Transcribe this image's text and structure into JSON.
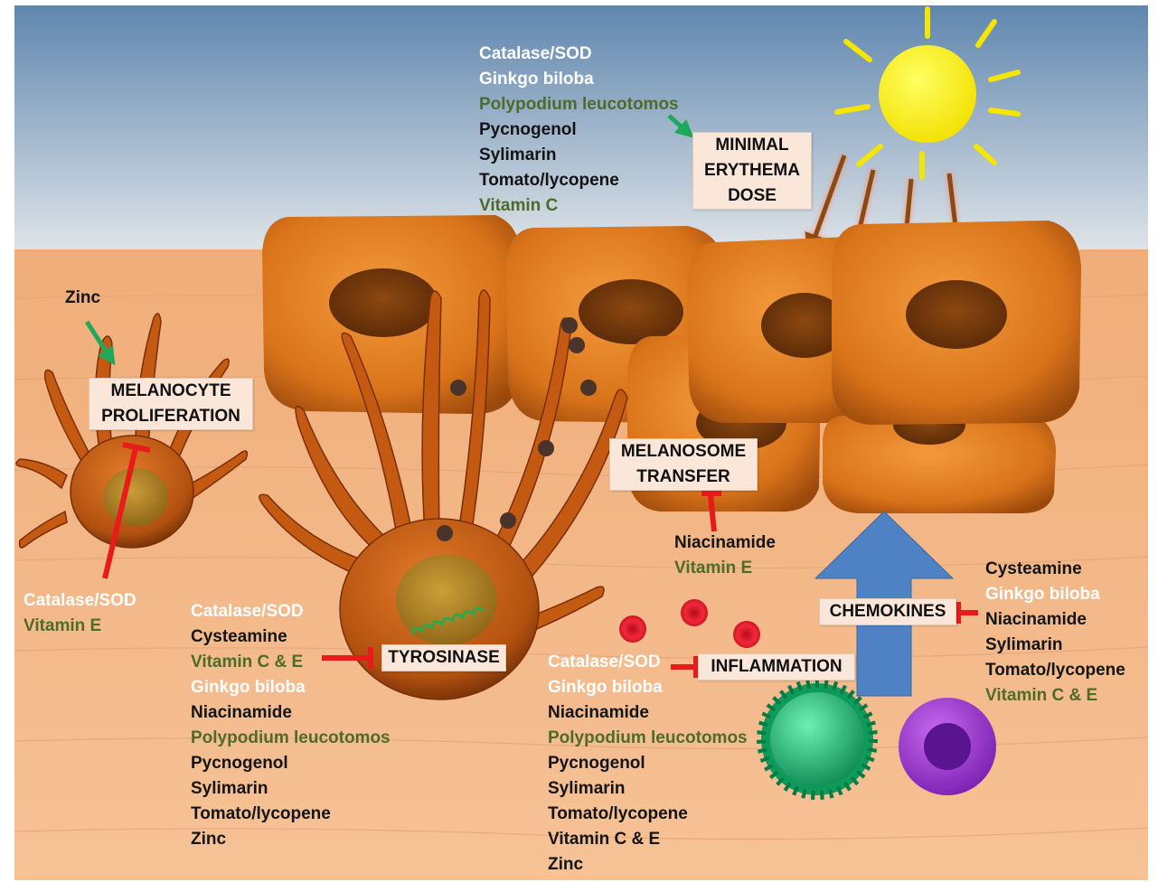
{
  "colors": {
    "sky_top": "#5f86ae",
    "sky_bottom": "#d9e0e6",
    "skin": "#f3b27e",
    "cell_orange": "#d9731a",
    "nucleus": "#7a3c0e",
    "label_box": "#fbe6da",
    "inhibit_red": "#e81a1a",
    "promote_green": "#1fa85a",
    "uv_arrow": "#8a4a12",
    "chemokine_arrow": "#4f82c4",
    "sun": "#fff200",
    "text_white": "#ffffff",
    "text_green": "#4e6b2a",
    "text_black": "#141414"
  },
  "boxes": {
    "med": [
      "MINIMAL",
      "ERYTHEMA",
      "DOSE"
    ],
    "melanocyte_prolif": [
      "MELANOCYTE",
      "PROLIFERATION"
    ],
    "melanosome_transfer": [
      "MELANOSOME",
      "TRANSFER"
    ],
    "tyrosinase": "TYROSINASE",
    "inflammation": "INFLAMMATION",
    "chemokines": "CHEMOKINES"
  },
  "lists": {
    "top_med": [
      {
        "text": "Catalase/SOD",
        "tone": "white"
      },
      {
        "text": "Ginkgo biloba",
        "tone": "white"
      },
      {
        "text": "Polypodium leucotomos",
        "tone": "green"
      },
      {
        "text": "Pycnogenol",
        "tone": "black"
      },
      {
        "text": "Sylimarin",
        "tone": "black"
      },
      {
        "text": "Tomato/lycopene",
        "tone": "black"
      },
      {
        "text": "Vitamin C",
        "tone": "green"
      }
    ],
    "zinc": [
      {
        "text": "Zinc",
        "tone": "black"
      }
    ],
    "prolif_inhib": [
      {
        "text": "Catalase/SOD",
        "tone": "white"
      },
      {
        "text": "Vitamin E",
        "tone": "green"
      }
    ],
    "tyrosinase_inhib": [
      {
        "text": "Catalase/SOD",
        "tone": "white"
      },
      {
        "text": "Cysteamine",
        "tone": "black"
      },
      {
        "text": "Vitamin C & E",
        "tone": "green"
      },
      {
        "text": "Ginkgo biloba",
        "tone": "white"
      },
      {
        "text": "Niacinamide",
        "tone": "black"
      },
      {
        "text": "Polypodium leucotomos",
        "tone": "green"
      },
      {
        "text": "Pycnogenol",
        "tone": "black"
      },
      {
        "text": "Sylimarin",
        "tone": "black"
      },
      {
        "text": "Tomato/lycopene",
        "tone": "black"
      },
      {
        "text": "Zinc",
        "tone": "black"
      }
    ],
    "transfer_inhib": [
      {
        "text": "Niacinamide",
        "tone": "black"
      },
      {
        "text": "Vitamin E",
        "tone": "green"
      }
    ],
    "inflammation_inhib": [
      {
        "text": "Catalase/SOD",
        "tone": "white"
      },
      {
        "text": "Ginkgo biloba",
        "tone": "white"
      },
      {
        "text": "Niacinamide",
        "tone": "black"
      },
      {
        "text": "Polypodium leucotomos",
        "tone": "green"
      },
      {
        "text": "Pycnogenol",
        "tone": "black"
      },
      {
        "text": "Sylimarin",
        "tone": "black"
      },
      {
        "text": "Tomato/lycopene",
        "tone": "black"
      },
      {
        "text": "Vitamin C & E",
        "tone": "black"
      },
      {
        "text": "Zinc",
        "tone": "black"
      }
    ],
    "chemokine_inhib": [
      {
        "text": "Cysteamine",
        "tone": "black"
      },
      {
        "text": "Ginkgo biloba",
        "tone": "white"
      },
      {
        "text": "Niacinamide",
        "tone": "black"
      },
      {
        "text": "Sylimarin",
        "tone": "black"
      },
      {
        "text": "Tomato/lycopene",
        "tone": "black"
      },
      {
        "text": "Vitamin C & E",
        "tone": "green"
      }
    ]
  }
}
